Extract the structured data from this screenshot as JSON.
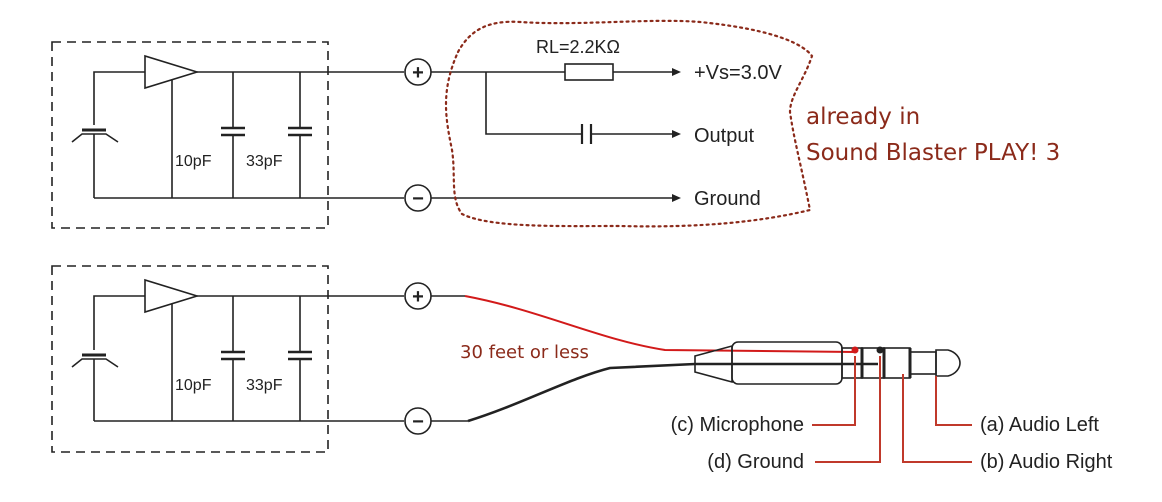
{
  "top_circuit": {
    "cap1_label": "10pF",
    "cap2_label": "33pF",
    "plus_symbol": "+",
    "minus_symbol": "−",
    "resistor_label": "RL=2.2KΩ",
    "supply_label": "+Vs=3.0V",
    "output_label": "Output",
    "ground_label": "Ground"
  },
  "note": {
    "line1": "already in",
    "line2": "Sound Blaster PLAY! 3"
  },
  "bottom_circuit": {
    "cap1_label": "10pF",
    "cap2_label": "33pF",
    "plus_symbol": "+",
    "minus_symbol": "−",
    "cable_label": "30 feet or less",
    "plug_labels": {
      "microphone": "(c) Microphone",
      "ground": "(d) Ground",
      "audio_left": "(a) Audio Left",
      "audio_right": "(b) Audio Right"
    }
  },
  "colors": {
    "ink": "#222222",
    "red_wire": "#d21a1a",
    "note_brown": "#8b2a1a"
  }
}
